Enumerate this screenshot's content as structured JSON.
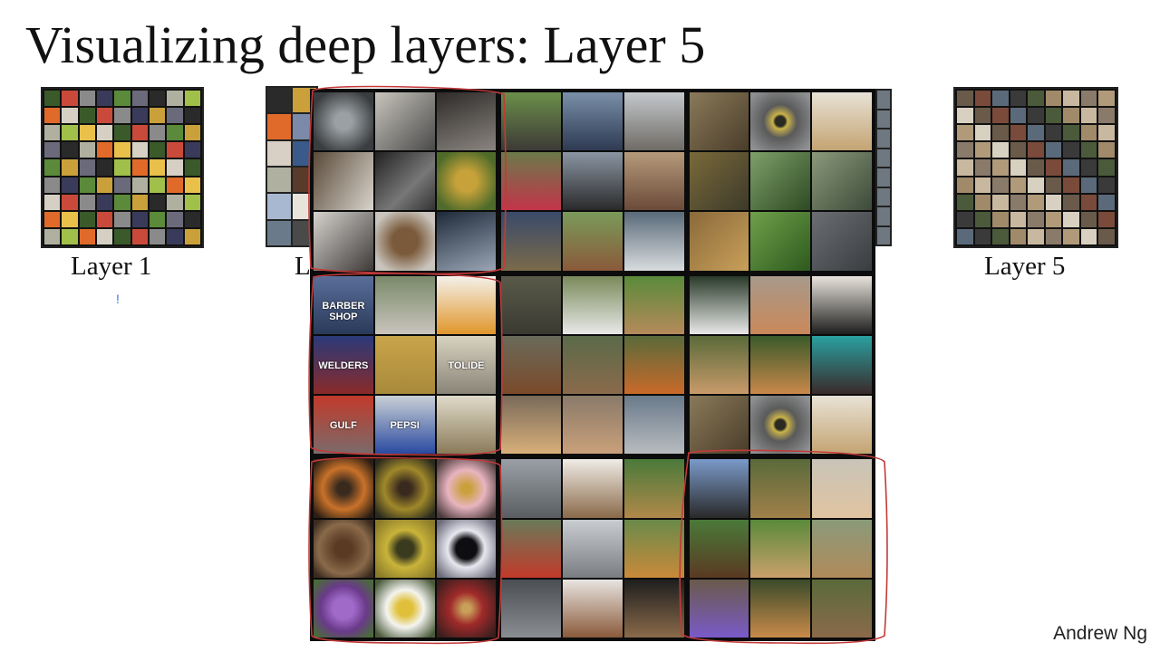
{
  "slide": {
    "title": "Visualizing deep layers: Layer 5",
    "labels": {
      "layer1": "Layer 1",
      "layer2_partial": "L",
      "layer5": "Layer 5"
    },
    "mark": "!",
    "footer": "Andrew Ng"
  },
  "images": {
    "typewriter_tile_text": "",
    "barber_shop_text": "BARBER SHOP",
    "welders_text": "WELDERS",
    "gulf_text": "GULF",
    "tide_text": "TOLIDE",
    "pepsi_text": "PEPSI"
  },
  "colors": {
    "highlight": "#c23a3a",
    "background": "#ffffff",
    "grid_border": "#0c0c0c"
  }
}
